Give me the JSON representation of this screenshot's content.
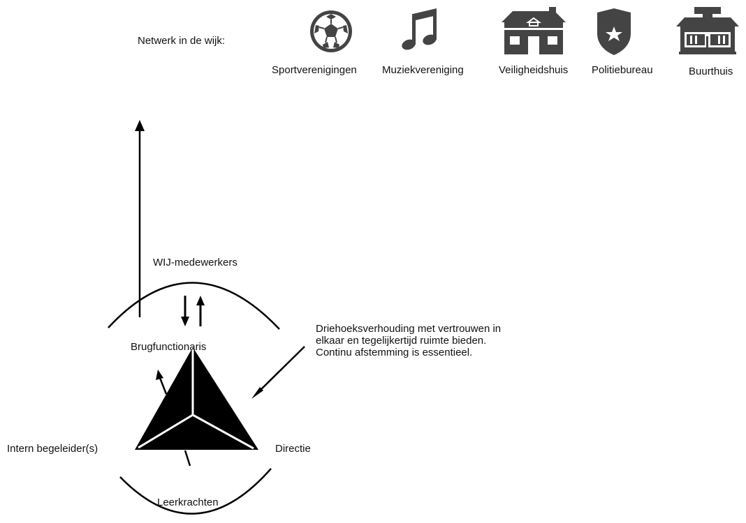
{
  "network": {
    "title": "Netwerk in de wijk:",
    "items": [
      {
        "label": "Sportverenigingen",
        "icon": "soccer-ball-icon"
      },
      {
        "label": "Muziekvereniging",
        "icon": "music-note-icon"
      },
      {
        "label": "Veiligheidshuis",
        "icon": "house-icon"
      },
      {
        "label": "Politiebureau",
        "icon": "police-badge-icon"
      },
      {
        "label": "Buurthuis",
        "icon": "community-center-icon"
      }
    ]
  },
  "diagram": {
    "top_arc_label": "WIJ-medewerkers",
    "bottom_arc_label": "Leerkrachten",
    "apex_label": "Brugfunctionaris",
    "left_label": "Intern begeleider(s)",
    "right_label": "Directie",
    "note": [
      "Driehoeksverhouding met vertrouwen in",
      "elkaar en tegelijkertijd ruimte bieden.",
      "Continu afstemming is essentieel."
    ]
  },
  "colors": {
    "icon": "#444444",
    "ink": "#000000"
  }
}
